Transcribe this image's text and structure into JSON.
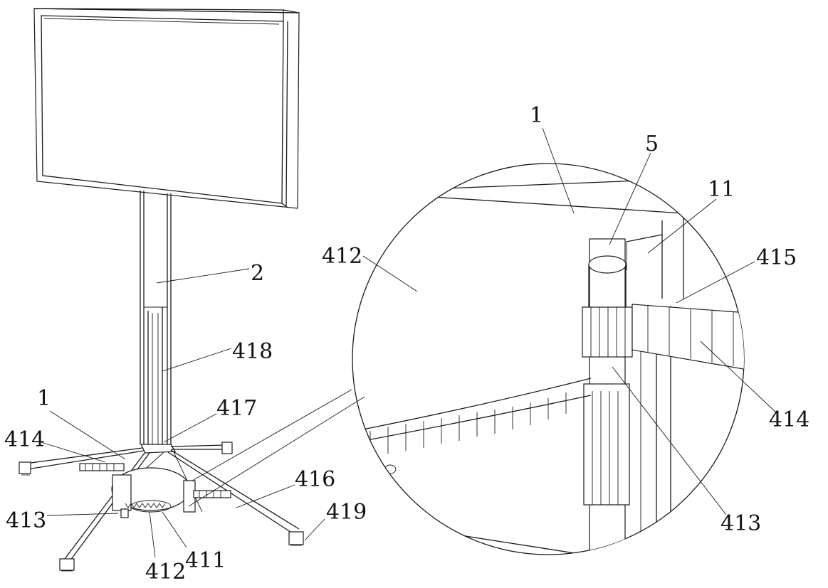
{
  "labels": {
    "left_1": "1",
    "left_2": "2",
    "left_418": "418",
    "left_417": "417",
    "left_414": "414",
    "left_413": "413",
    "left_412": "412",
    "left_411": "411",
    "left_416": "416",
    "left_419": "419",
    "detail_1": "1",
    "detail_5": "5",
    "detail_11": "11",
    "detail_412": "412",
    "detail_415": "415",
    "detail_414": "414",
    "detail_413": "413"
  }
}
